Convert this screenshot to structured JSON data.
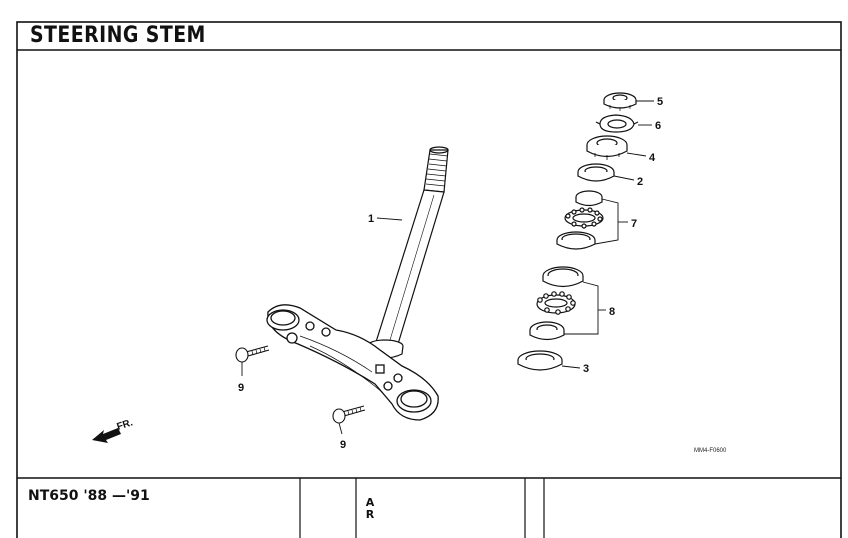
{
  "header": {
    "title": "STEERING STEM"
  },
  "footer": {
    "model": "NT650 '88 —'91",
    "stack_letter_1": "A",
    "stack_letter_2": "R"
  },
  "diagram": {
    "drawing_code": "MM4-F0600",
    "direction_label": "FR.",
    "callouts": {
      "c1": "1",
      "c2": "2",
      "c3": "3",
      "c4": "4",
      "c5": "5",
      "c6": "6",
      "c7": "7",
      "c8": "8",
      "c9a": "9",
      "c9b": "9"
    }
  }
}
